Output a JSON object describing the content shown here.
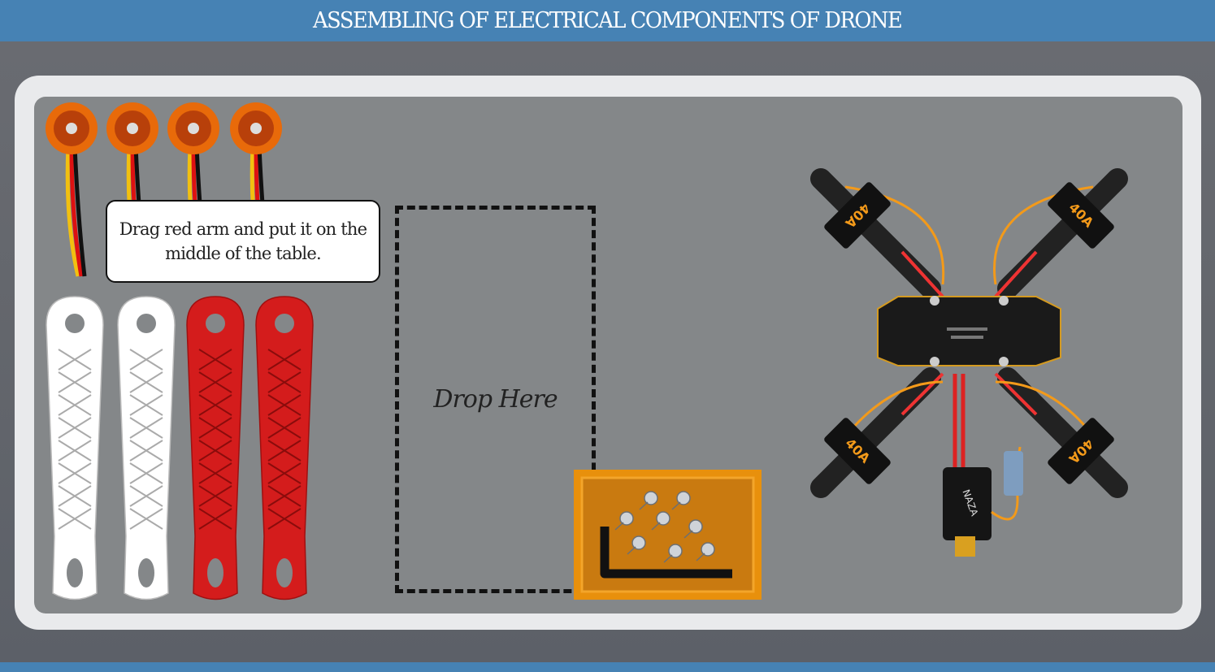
{
  "header": {
    "title": "ASSEMBLING OF ELECTRICAL COMPONENTS OF DRONE"
  },
  "instruction": {
    "text": "Drag red arm and put it on the middle of the table."
  },
  "drop_zone": {
    "label": "Drop Here"
  },
  "parts": {
    "motors": [
      "motor-1",
      "motor-2",
      "motor-3",
      "motor-4"
    ],
    "arms": [
      {
        "color": "#ffffff"
      },
      {
        "color": "#ffffff"
      },
      {
        "color": "#d41c1c"
      },
      {
        "color": "#d41c1c"
      }
    ]
  },
  "drone": {
    "esc_label": "40A",
    "flight_controller": "NAZA"
  },
  "colors": {
    "header": "#4682b4",
    "panel": "#e9eaec",
    "table": "#848789",
    "tray": "#e8900c"
  }
}
